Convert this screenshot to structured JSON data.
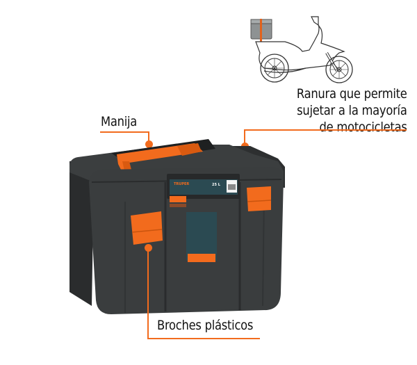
{
  "callouts": {
    "slot": {
      "lines": [
        "Ranura que permite",
        "sujetar a la mayoría",
        "de motocicletas"
      ]
    },
    "handle": {
      "label": "Manija"
    },
    "latches": {
      "label": "Broches plásticos"
    }
  },
  "product": {
    "brand": "TRUPER",
    "capacity": "25 L"
  },
  "colors": {
    "accent": "#f26b1d",
    "box_body": "#3a3d3e",
    "text": "#111111"
  }
}
